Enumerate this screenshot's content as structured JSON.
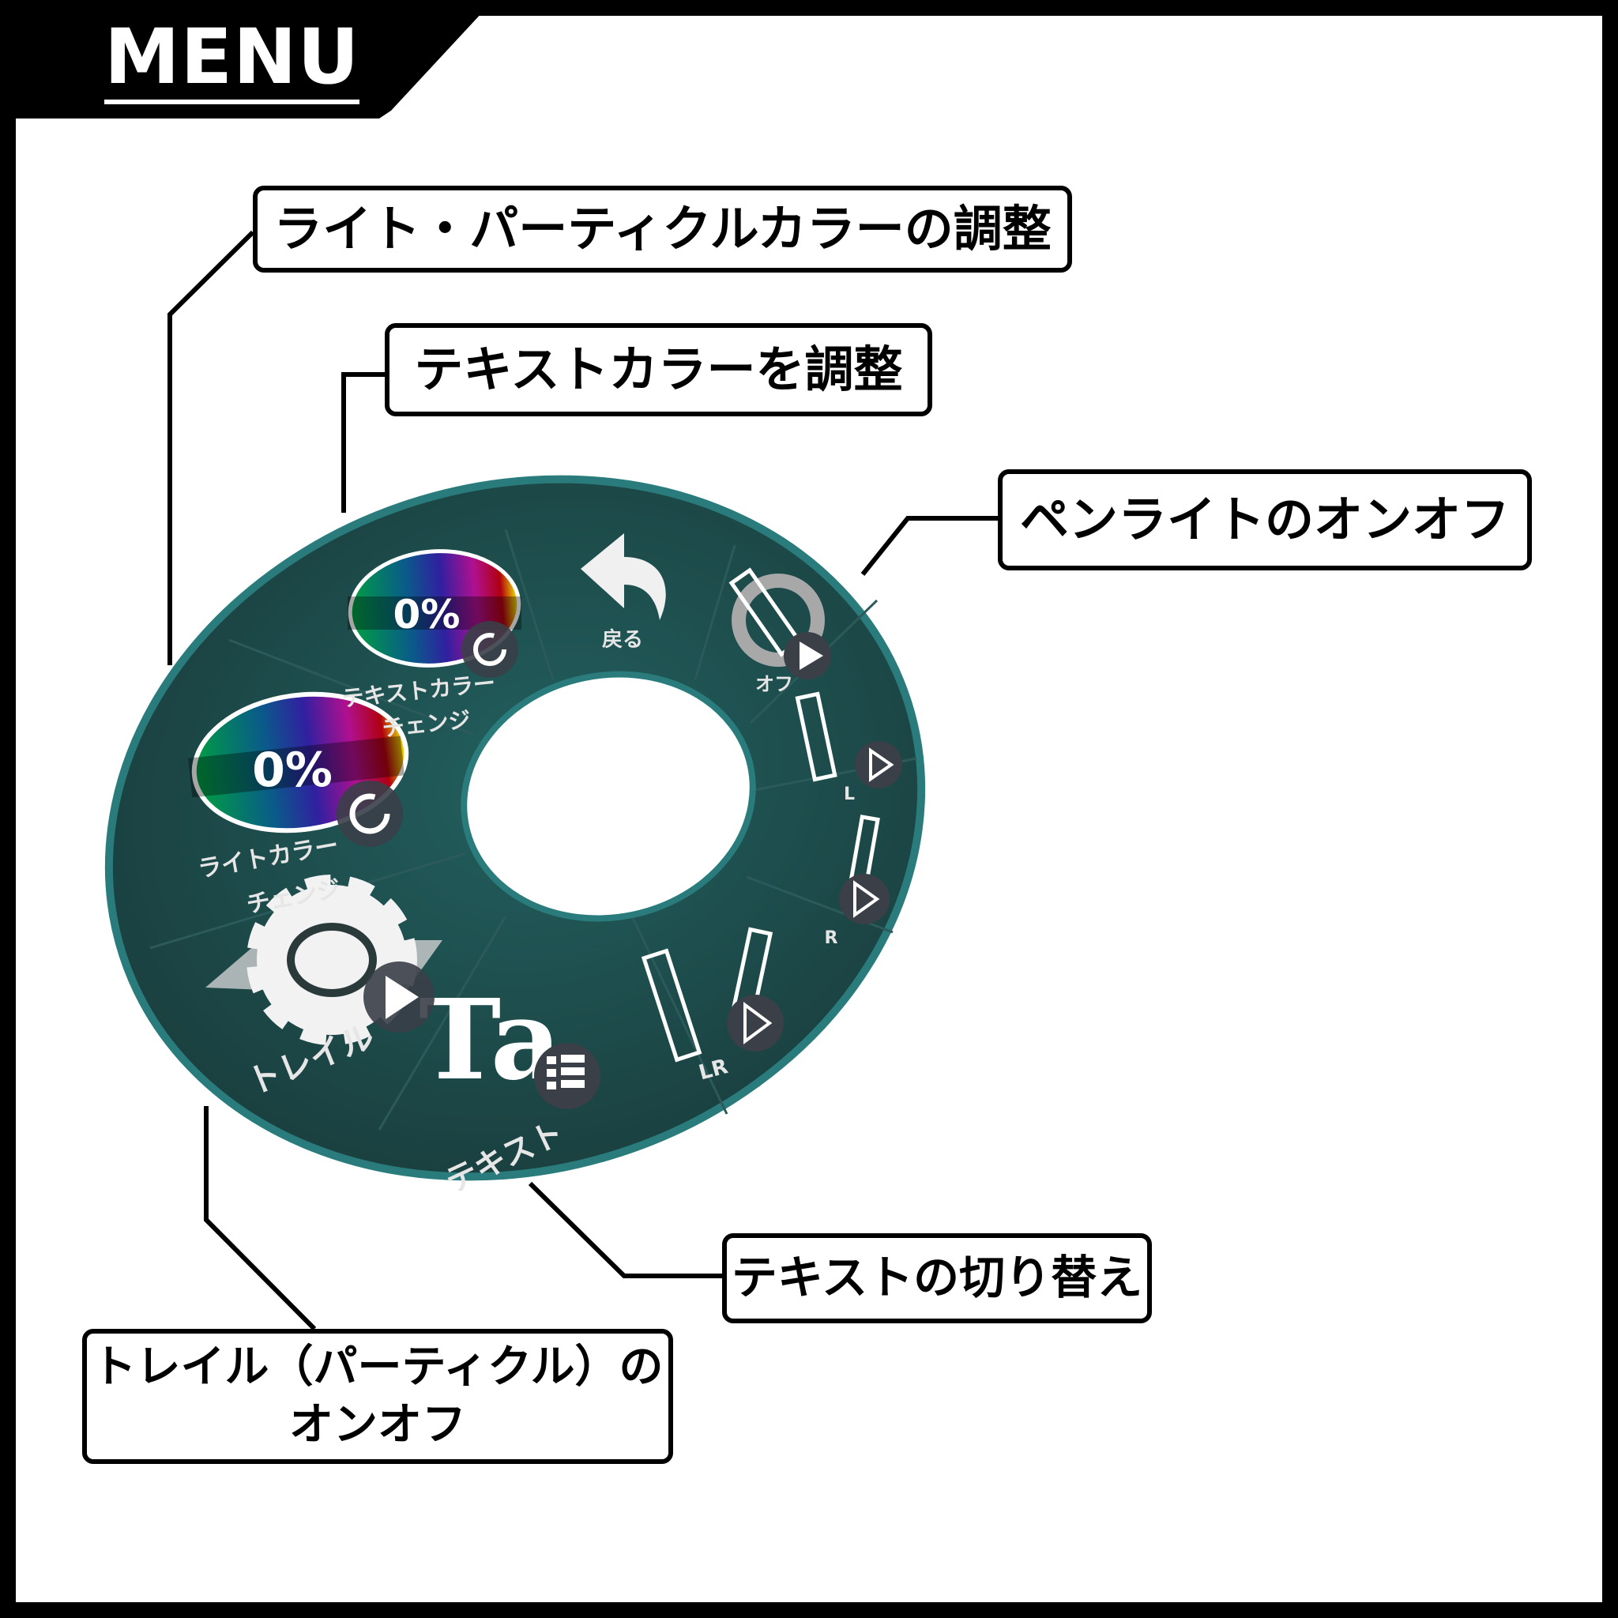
{
  "header": {
    "title": "MENU"
  },
  "callouts": {
    "light_particle_color": "ライト・パーティクルカラーの調整",
    "text_color": "テキストカラーを調整",
    "penlight_toggle": "ペンライトのオンオフ",
    "text_switch": "テキストの切り替え",
    "trail_toggle_line1": "トレイル（パーティクル）の",
    "trail_toggle_line2": "オンオフ"
  },
  "wheel": {
    "back_label": "戻る",
    "off_label": "オフ",
    "left_label": "L",
    "right_label": "R",
    "both_label": "LR",
    "text_label": "テキスト",
    "text_icon_glyph": "Ta",
    "trail_label": "トレイル",
    "light_color": {
      "percent": "0%",
      "label_line1": "ライトカラー",
      "label_line2": "チェンジ"
    },
    "text_color": {
      "percent": "0%",
      "label_line1": "テキストカラー",
      "label_line2": "チェンジ"
    }
  },
  "colors": {
    "wheel": "#1d4a4a",
    "wheel_rim": "#2a7c7c",
    "frame": "#000000"
  }
}
